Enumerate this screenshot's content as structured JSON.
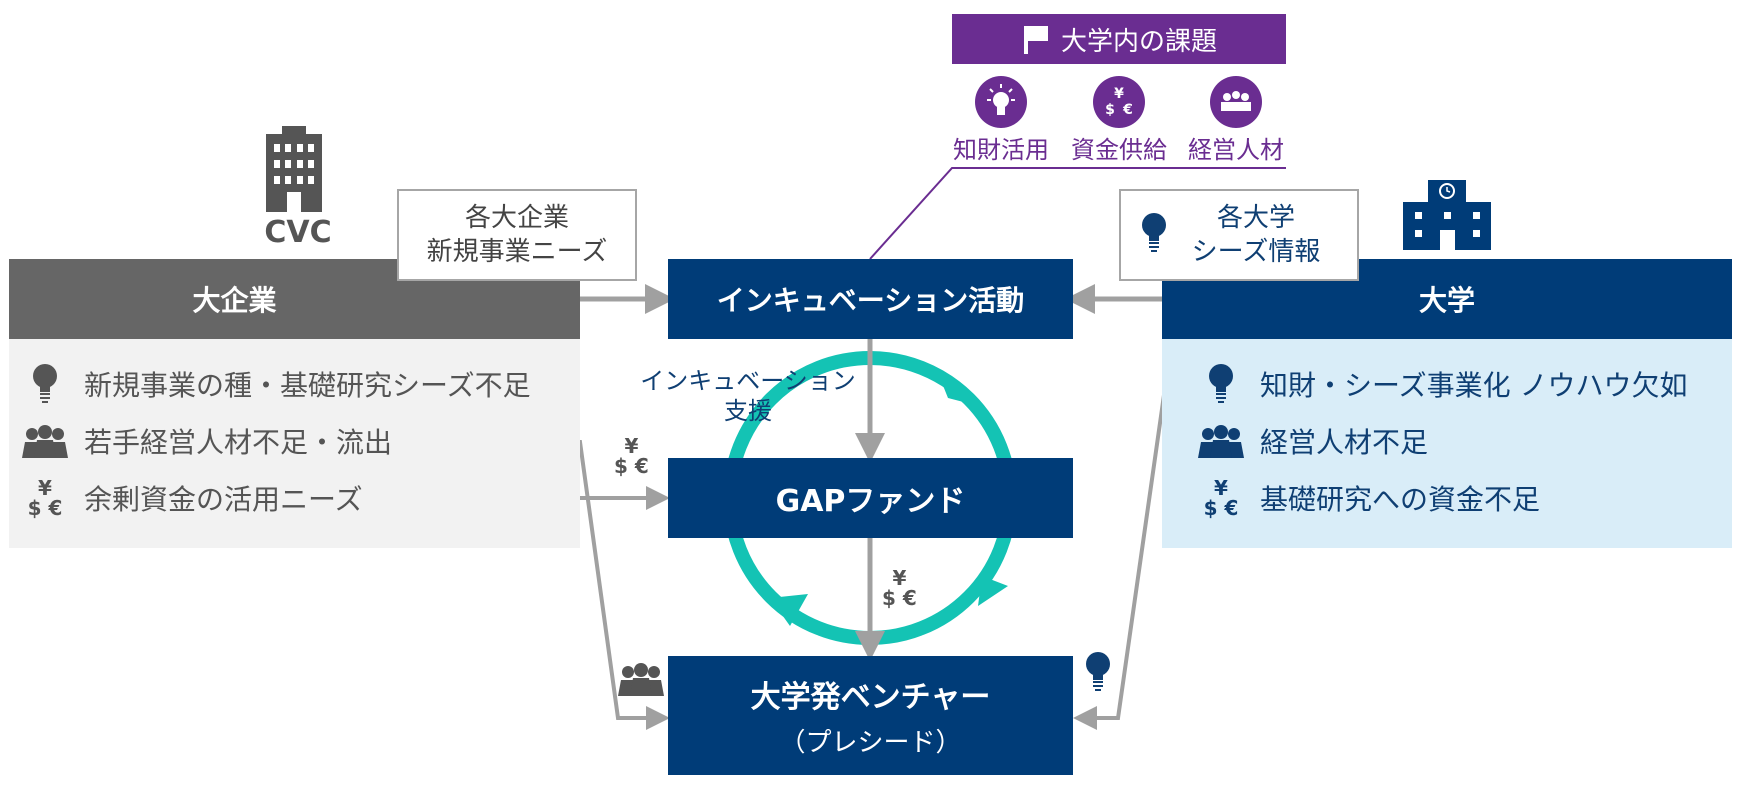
{
  "colors": {
    "corp_gray": "#666666",
    "corp_light": "#f2f2f2",
    "univ_navy": "#003c78",
    "univ_light": "#d9edf8",
    "purple": "#6a2d91",
    "teal": "#14c3b4",
    "arrow_gray": "#a0a0a0"
  },
  "top_issues": {
    "title": "大学内の課題",
    "flag_icon": "flag-icon",
    "items": [
      {
        "label": "知財活用",
        "icon": "lightbulb-icon"
      },
      {
        "label": "資金供給",
        "icon": "currency-icon"
      },
      {
        "label": "経営人材",
        "icon": "people-icon"
      }
    ]
  },
  "corporate": {
    "cvc_label": "CVC",
    "header": "大企業",
    "callout_line1": "各大企業",
    "callout_line2": "新規事業ニーズ",
    "items": [
      {
        "icon": "lightbulb-icon",
        "text": "新規事業の種・基礎研究シーズ不足"
      },
      {
        "icon": "people-icon",
        "text": "若手経営人材不足・流出"
      },
      {
        "icon": "currency-icon",
        "text": "余剰資金の活用ニーズ"
      }
    ]
  },
  "university": {
    "header": "大学",
    "callout_line1": "各大学",
    "callout_line2": "シーズ情報",
    "items": [
      {
        "icon": "lightbulb-icon",
        "text": "知財・シーズ事業化 ノウハウ欠如"
      },
      {
        "icon": "people-icon",
        "text": "経営人材不足"
      },
      {
        "icon": "currency-icon",
        "text": "基礎研究への資金不足"
      }
    ]
  },
  "center": {
    "incubation": "インキュベーション活動",
    "incubation_support_line1": "インキュベーション",
    "incubation_support_line2": "支援",
    "gap_fund": "GAPファンド",
    "venture_line1": "大学発ベンチャー",
    "venture_line2": "（プレシード）"
  },
  "currency_glyphs": {
    "yen": "¥",
    "dollar": "$",
    "euro": "€"
  }
}
